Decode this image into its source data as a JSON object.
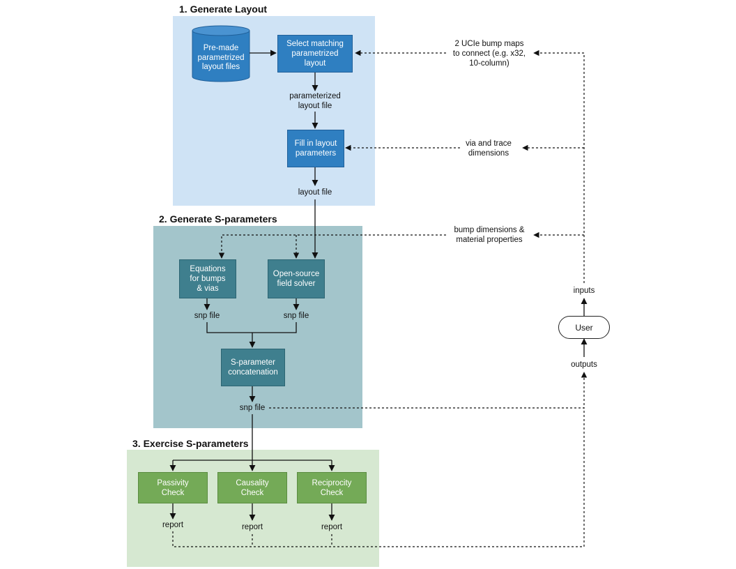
{
  "sections": {
    "layout": {
      "title": "1. Generate Layout"
    },
    "sparams": {
      "title": "2. Generate S-parameters"
    },
    "exercise": {
      "title": "3. Exercise S-parameters"
    }
  },
  "nodes": {
    "premade": "Pre-made\nparametrized\nlayout files",
    "select": "Select matching\nparametrized\nlayout",
    "fill": "Fill in layout\nparameters",
    "equations": "Equations\nfor bumps\n& vias",
    "solver": "Open-source\nfield solver",
    "concat": "S-parameter\nconcatenation",
    "passivity": "Passivity\nCheck",
    "causality": "Causality\nCheck",
    "reciprocity": "Reciprocity\nCheck",
    "user": "User"
  },
  "labels": {
    "param_file": "parameterized\nlayout file",
    "layout_file": "layout file",
    "snp_eq": "snp file",
    "snp_solver": "snp file",
    "snp_concat": "snp file",
    "report_passivity": "report",
    "report_causality": "report",
    "report_reciprocity": "report",
    "bump_maps": "2 UCIe bump maps\nto connect (e.g. x32,\n10-column)",
    "via_trace": "via and trace\ndimensions",
    "bump_dims": "bump dimensions &\nmaterial properties",
    "inputs": "inputs",
    "outputs": "outputs"
  },
  "colors": {
    "layout_bg": "#cfe3f5",
    "sparam_bg": "#a3c5cb",
    "exercise_bg": "#d6e8d1",
    "blue_box": "#2f7fc1",
    "teal_box": "#3f7f8e",
    "green_box": "#74aa57"
  }
}
